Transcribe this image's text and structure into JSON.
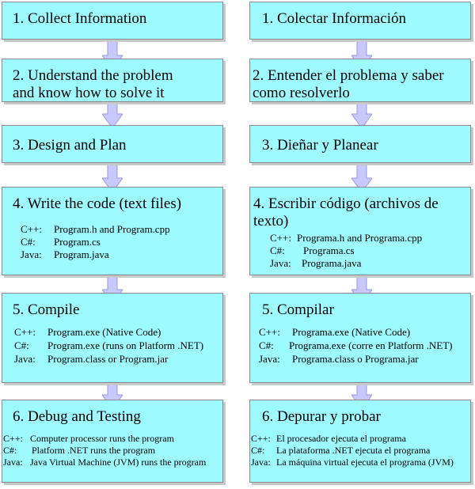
{
  "english": {
    "steps": [
      {
        "title": "1. Collect Information"
      },
      {
        "title": "2. Understand the problem\nand know how to solve it"
      },
      {
        "title": "3. Design and Plan"
      },
      {
        "title": "4. Write the code (text files)",
        "lines": [
          {
            "lang": "C++:",
            "text": "Program.h and Program.cpp"
          },
          {
            "lang": "C#:",
            "text": "Program.cs"
          },
          {
            "lang": "Java:",
            "text": "Program.java"
          }
        ]
      },
      {
        "title": "5. Compile",
        "lines": [
          {
            "lang": "C++:",
            "text": "Program.exe (Native Code)"
          },
          {
            "lang": "C#:",
            "text": "Program.exe (runs on Platform .NET)"
          },
          {
            "lang": "Java:",
            "text": "Program.class or Program.jar"
          }
        ]
      },
      {
        "title": "6. Debug and Testing",
        "lines": [
          {
            "lang": "C++:",
            "text": "Computer processor runs the program"
          },
          {
            "lang": "C#:",
            "text": "Platform .NET runs the program"
          },
          {
            "lang": "Java:",
            "text": "Java Virtual Machine (JVM) runs the program"
          }
        ]
      }
    ]
  },
  "spanish": {
    "steps": [
      {
        "title": "1. Colectar Información"
      },
      {
        "title": "2. Entender el problema y saber\ncomo resolverlo"
      },
      {
        "title": "3. Dieñar y Planear"
      },
      {
        "title": "4. Escribir código (archivos de\ntexto)",
        "lines": [
          {
            "lang": "C++:",
            "text": "Programa.h and Programa.cpp"
          },
          {
            "lang": "C#:",
            "text": "Programa.cs"
          },
          {
            "lang": "Java:",
            "text": "Programa.java"
          }
        ]
      },
      {
        "title": "5. Compilar",
        "lines": [
          {
            "lang": "C++:",
            "text": "Programa.exe (Native Code)"
          },
          {
            "lang": "C#:",
            "text": "Programa.exe (corre en Platform .NET)"
          },
          {
            "lang": "Java:",
            "text": "Programa.class o Programa.jar"
          }
        ]
      },
      {
        "title": "6. Depurar y probar",
        "lines": [
          {
            "lang": "C++:",
            "text": "El procesador ejecuta el programa"
          },
          {
            "lang": "C#:",
            "text": "La plataforma .NET ejecuta el programa"
          },
          {
            "lang": "Java:",
            "text": "La máquina virtual ejecuta el programa (JVM)"
          }
        ]
      }
    ]
  },
  "colors": {
    "box_fill": "#9dfbff",
    "box_border": "#8a8a8a",
    "arrow_fill": "#c8c8ff",
    "arrow_stroke": "#9a9ae0"
  }
}
